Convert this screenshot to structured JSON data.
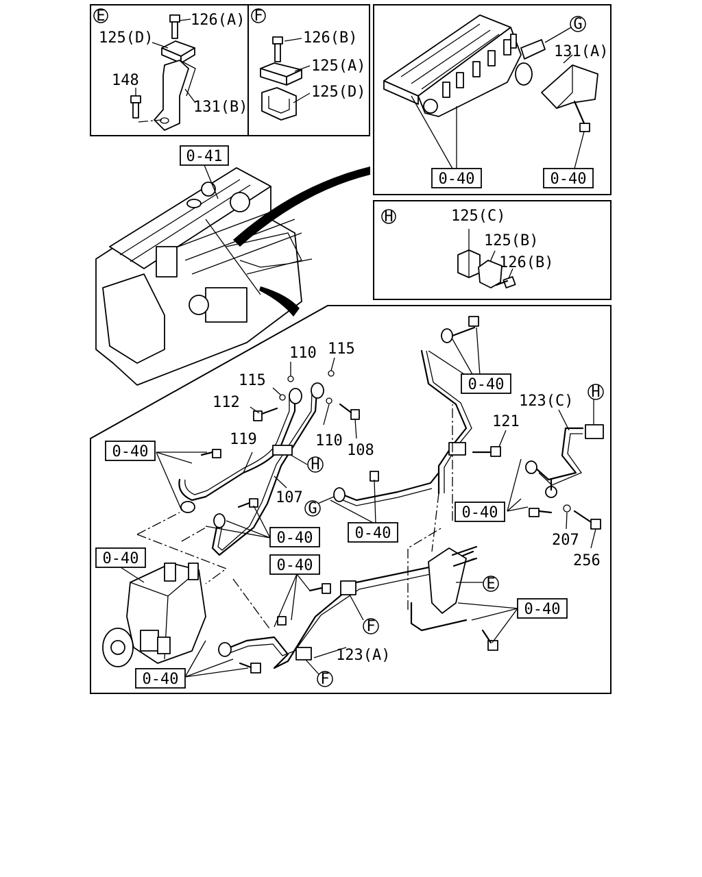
{
  "panels": {
    "E": {
      "marker": "E",
      "labels": [
        "126(A)",
        "125(D)",
        "148",
        "131(B)"
      ]
    },
    "F": {
      "marker": "F",
      "labels": [
        "126(B)",
        "125(A)",
        "125(D)"
      ]
    },
    "G": {
      "marker": "G",
      "labels": [
        "131(A)"
      ],
      "refs": [
        "0-40",
        "0-40"
      ]
    },
    "H": {
      "marker": "H",
      "labels": [
        "125(C)",
        "125(B)",
        "126(B)"
      ]
    }
  },
  "engine_ref": "0-41",
  "main": {
    "part_labels": [
      "110",
      "115",
      "115",
      "112",
      "110",
      "108",
      "119",
      "107",
      "121",
      "123(C)",
      "207",
      "256",
      "123(A)"
    ],
    "refs": [
      "0-40",
      "0-40",
      "0-40",
      "0-40",
      "0-40",
      "0-40",
      "0-40",
      "0-40",
      "0-40"
    ],
    "callouts": [
      "H",
      "G",
      "H",
      "E",
      "F",
      "F"
    ]
  }
}
